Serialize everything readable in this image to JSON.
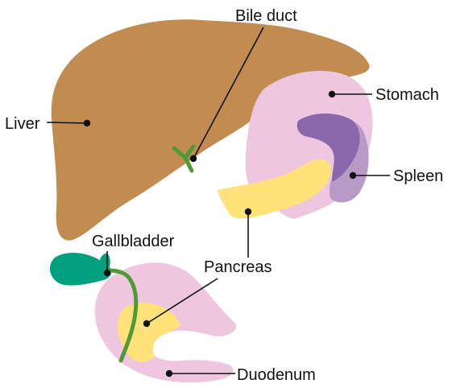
{
  "labels": {
    "bile_duct": "Bile duct",
    "liver": "Liver",
    "stomach": "Stomach",
    "spleen": "Spleen",
    "gallbladder": "Gallbladder",
    "pancreas": "Pancreas",
    "duodenum": "Duodenum"
  },
  "colors": {
    "liver": "#c28b50",
    "stomach": "#efc6df",
    "spleen_dark": "#8a66aa",
    "spleen_light": "#b89ac7",
    "pancreas": "#ffe27a",
    "gallbladder": "#00a07e",
    "duct": "#4f9a35",
    "duodenum": "#efc6df",
    "leader": "#111111"
  }
}
